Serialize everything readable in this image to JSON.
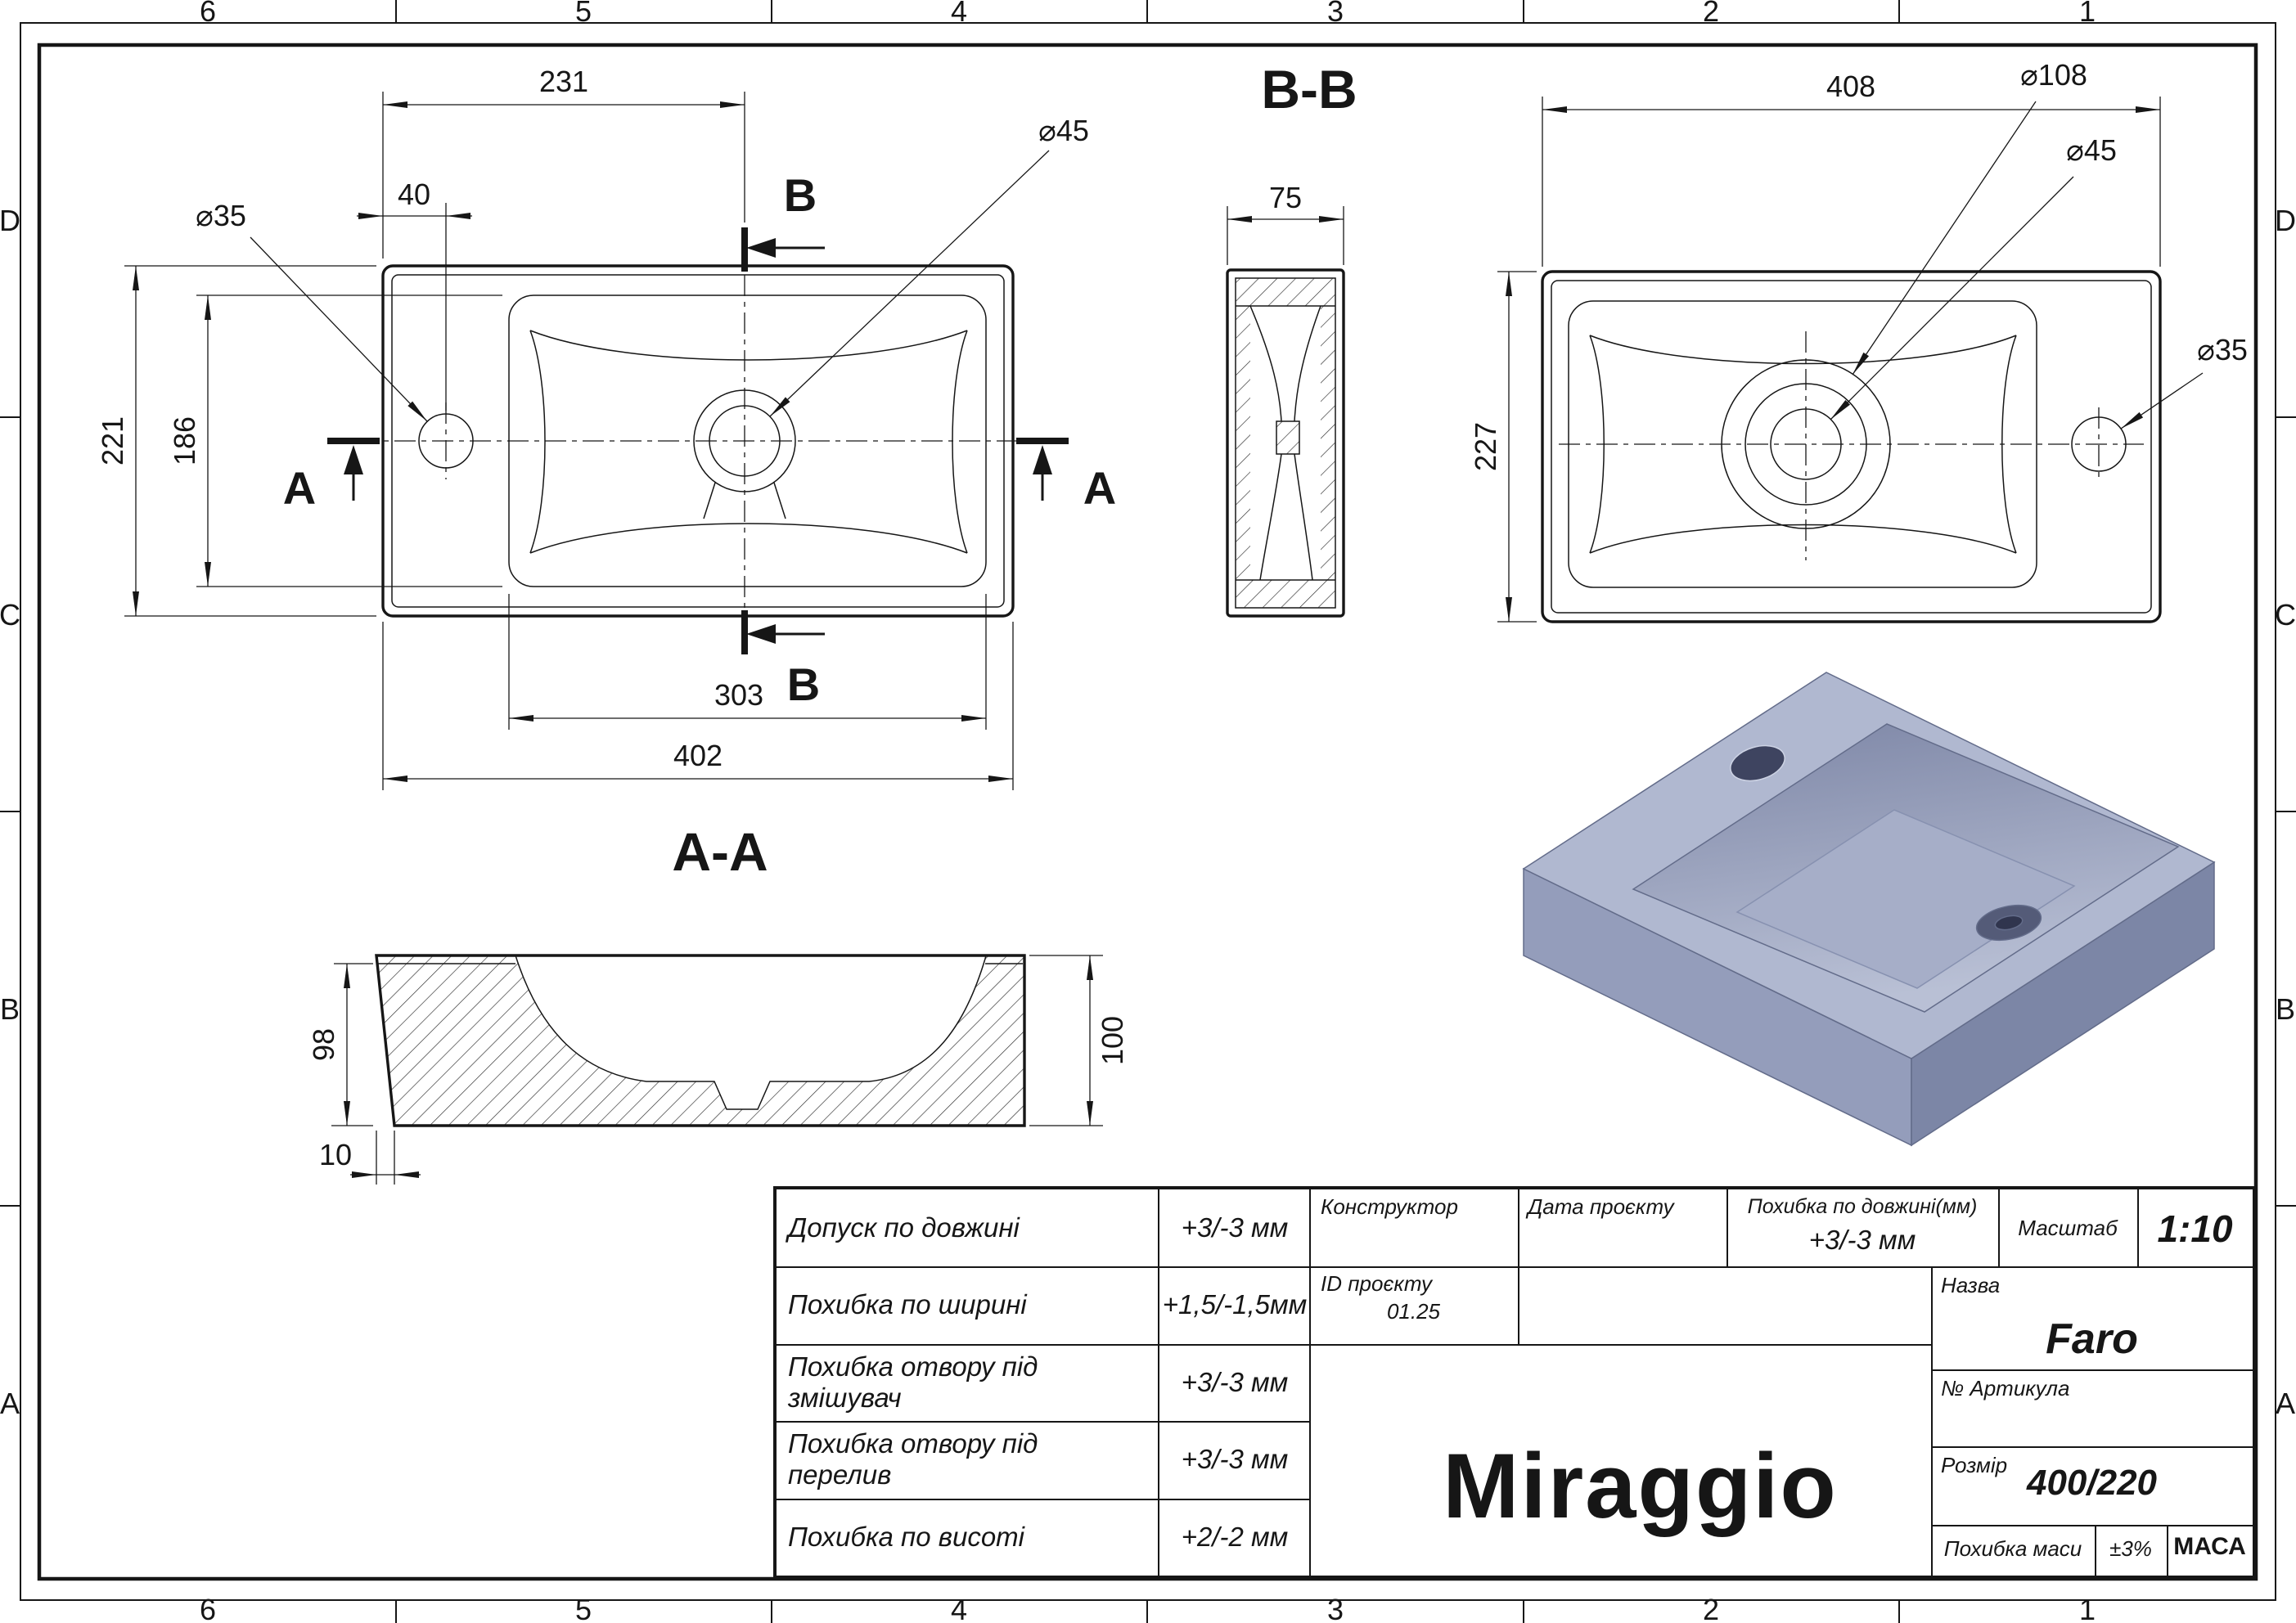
{
  "frame": {
    "columns": [
      "6",
      "5",
      "4",
      "3",
      "2",
      "1"
    ],
    "rows": [
      "D",
      "C",
      "B",
      "A"
    ]
  },
  "sections": {
    "bb_title": "B-B",
    "aa_title": "A-A"
  },
  "top_view": {
    "dim_231": "231",
    "dim_40": "40",
    "dia_faucet": "⌀35",
    "dia_drain": "⌀45",
    "dim_221": "221",
    "dim_186": "186",
    "dim_303": "303",
    "dim_402": "402",
    "marker_a": "A",
    "marker_b": "B"
  },
  "side_view": {
    "dim_75": "75"
  },
  "bb_view": {
    "dim_408": "408",
    "dia_recess": "⌀108",
    "dia_drain": "⌀45",
    "dia_overflow": "⌀35",
    "dim_227": "227"
  },
  "aa_view": {
    "dim_98": "98",
    "dim_100": "100",
    "dim_10": "10"
  },
  "title_block": {
    "tolerances": [
      {
        "label": "Допуск по довжині",
        "value": "+3/-3 мм"
      },
      {
        "label": "Похибка по ширині",
        "value": "+1,5/-1,5мм"
      },
      {
        "label": "Похибка отвору під змішувач",
        "value": "+3/-3 мм"
      },
      {
        "label": "Похибка отвору під перелив",
        "value": "+3/-3 мм"
      },
      {
        "label": "Похибка по висоті",
        "value": "+2/-2 мм"
      }
    ],
    "constructor_label": "Конструктор",
    "project_date_label": "Дата проєкту",
    "project_id_label": "ID проєкту",
    "project_id_value": "01.25",
    "length_tolerance_label": "Похибка по довжині(мм)",
    "length_tolerance_value": "+3/-3 мм",
    "scale_label": "Масштаб",
    "scale_value": "1:10",
    "name_label": "Назва",
    "name_value": "Faro",
    "article_label": "№ Артикула",
    "size_label": "Розмір",
    "size_value": "400/220",
    "mass_tolerance_label": "Похибка маси",
    "mass_tolerance_value": "±3%",
    "mass_label": "МАСА",
    "brand": "Miraggio"
  }
}
